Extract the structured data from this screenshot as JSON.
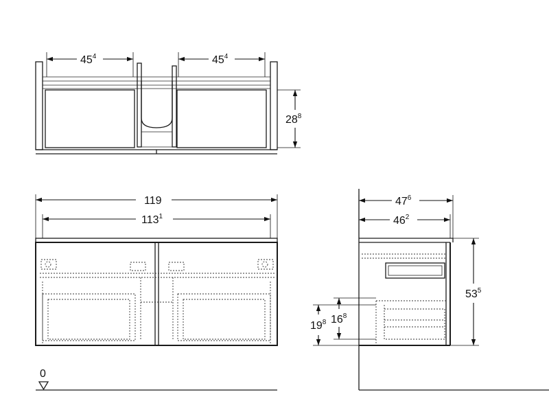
{
  "top_view": {
    "left_width": {
      "main": "45",
      "sup": "4"
    },
    "right_width": {
      "main": "45",
      "sup": "4"
    },
    "depth": {
      "main": "28",
      "sup": "8"
    }
  },
  "front_view": {
    "overall_width": {
      "main": "119",
      "sup": ""
    },
    "inner_width": {
      "main": "113",
      "sup": "1"
    },
    "floor_level": "0"
  },
  "side_view": {
    "overall_depth": {
      "main": "47",
      "sup": "6"
    },
    "body_depth": {
      "main": "46",
      "sup": "2"
    },
    "height": {
      "main": "53",
      "sup": "5"
    },
    "drawer_height_outer": {
      "main": "19",
      "sup": "8"
    },
    "drawer_height_inner": {
      "main": "16",
      "sup": "8"
    }
  }
}
